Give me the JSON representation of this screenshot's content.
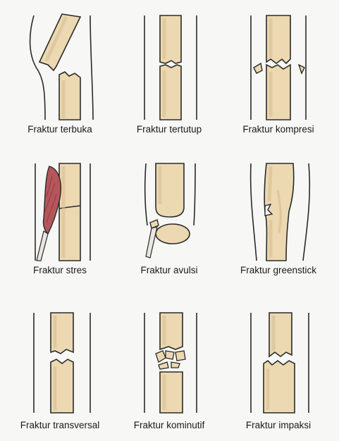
{
  "colors": {
    "bone": "#ecd9b1",
    "bone_shade": "#d9c095",
    "outline": "#2a2a2a",
    "muscle": "#b5565b",
    "tendon": "#e9e6df",
    "background": "#f7f7f5"
  },
  "fractures": [
    {
      "id": "open",
      "label": "Fraktur terbuka"
    },
    {
      "id": "closed",
      "label": "Fraktur tertutup"
    },
    {
      "id": "compression",
      "label": "Fraktur kompresi"
    },
    {
      "id": "stress",
      "label": "Fraktur stres"
    },
    {
      "id": "avulsion",
      "label": "Fraktur avulsi"
    },
    {
      "id": "greenstick",
      "label": "Fraktur greenstick"
    },
    {
      "id": "transverse",
      "label": "Fraktur transversal"
    },
    {
      "id": "comminuted",
      "label": "Fraktur kominutif"
    },
    {
      "id": "impacted",
      "label": "Fraktur impaksi"
    }
  ]
}
